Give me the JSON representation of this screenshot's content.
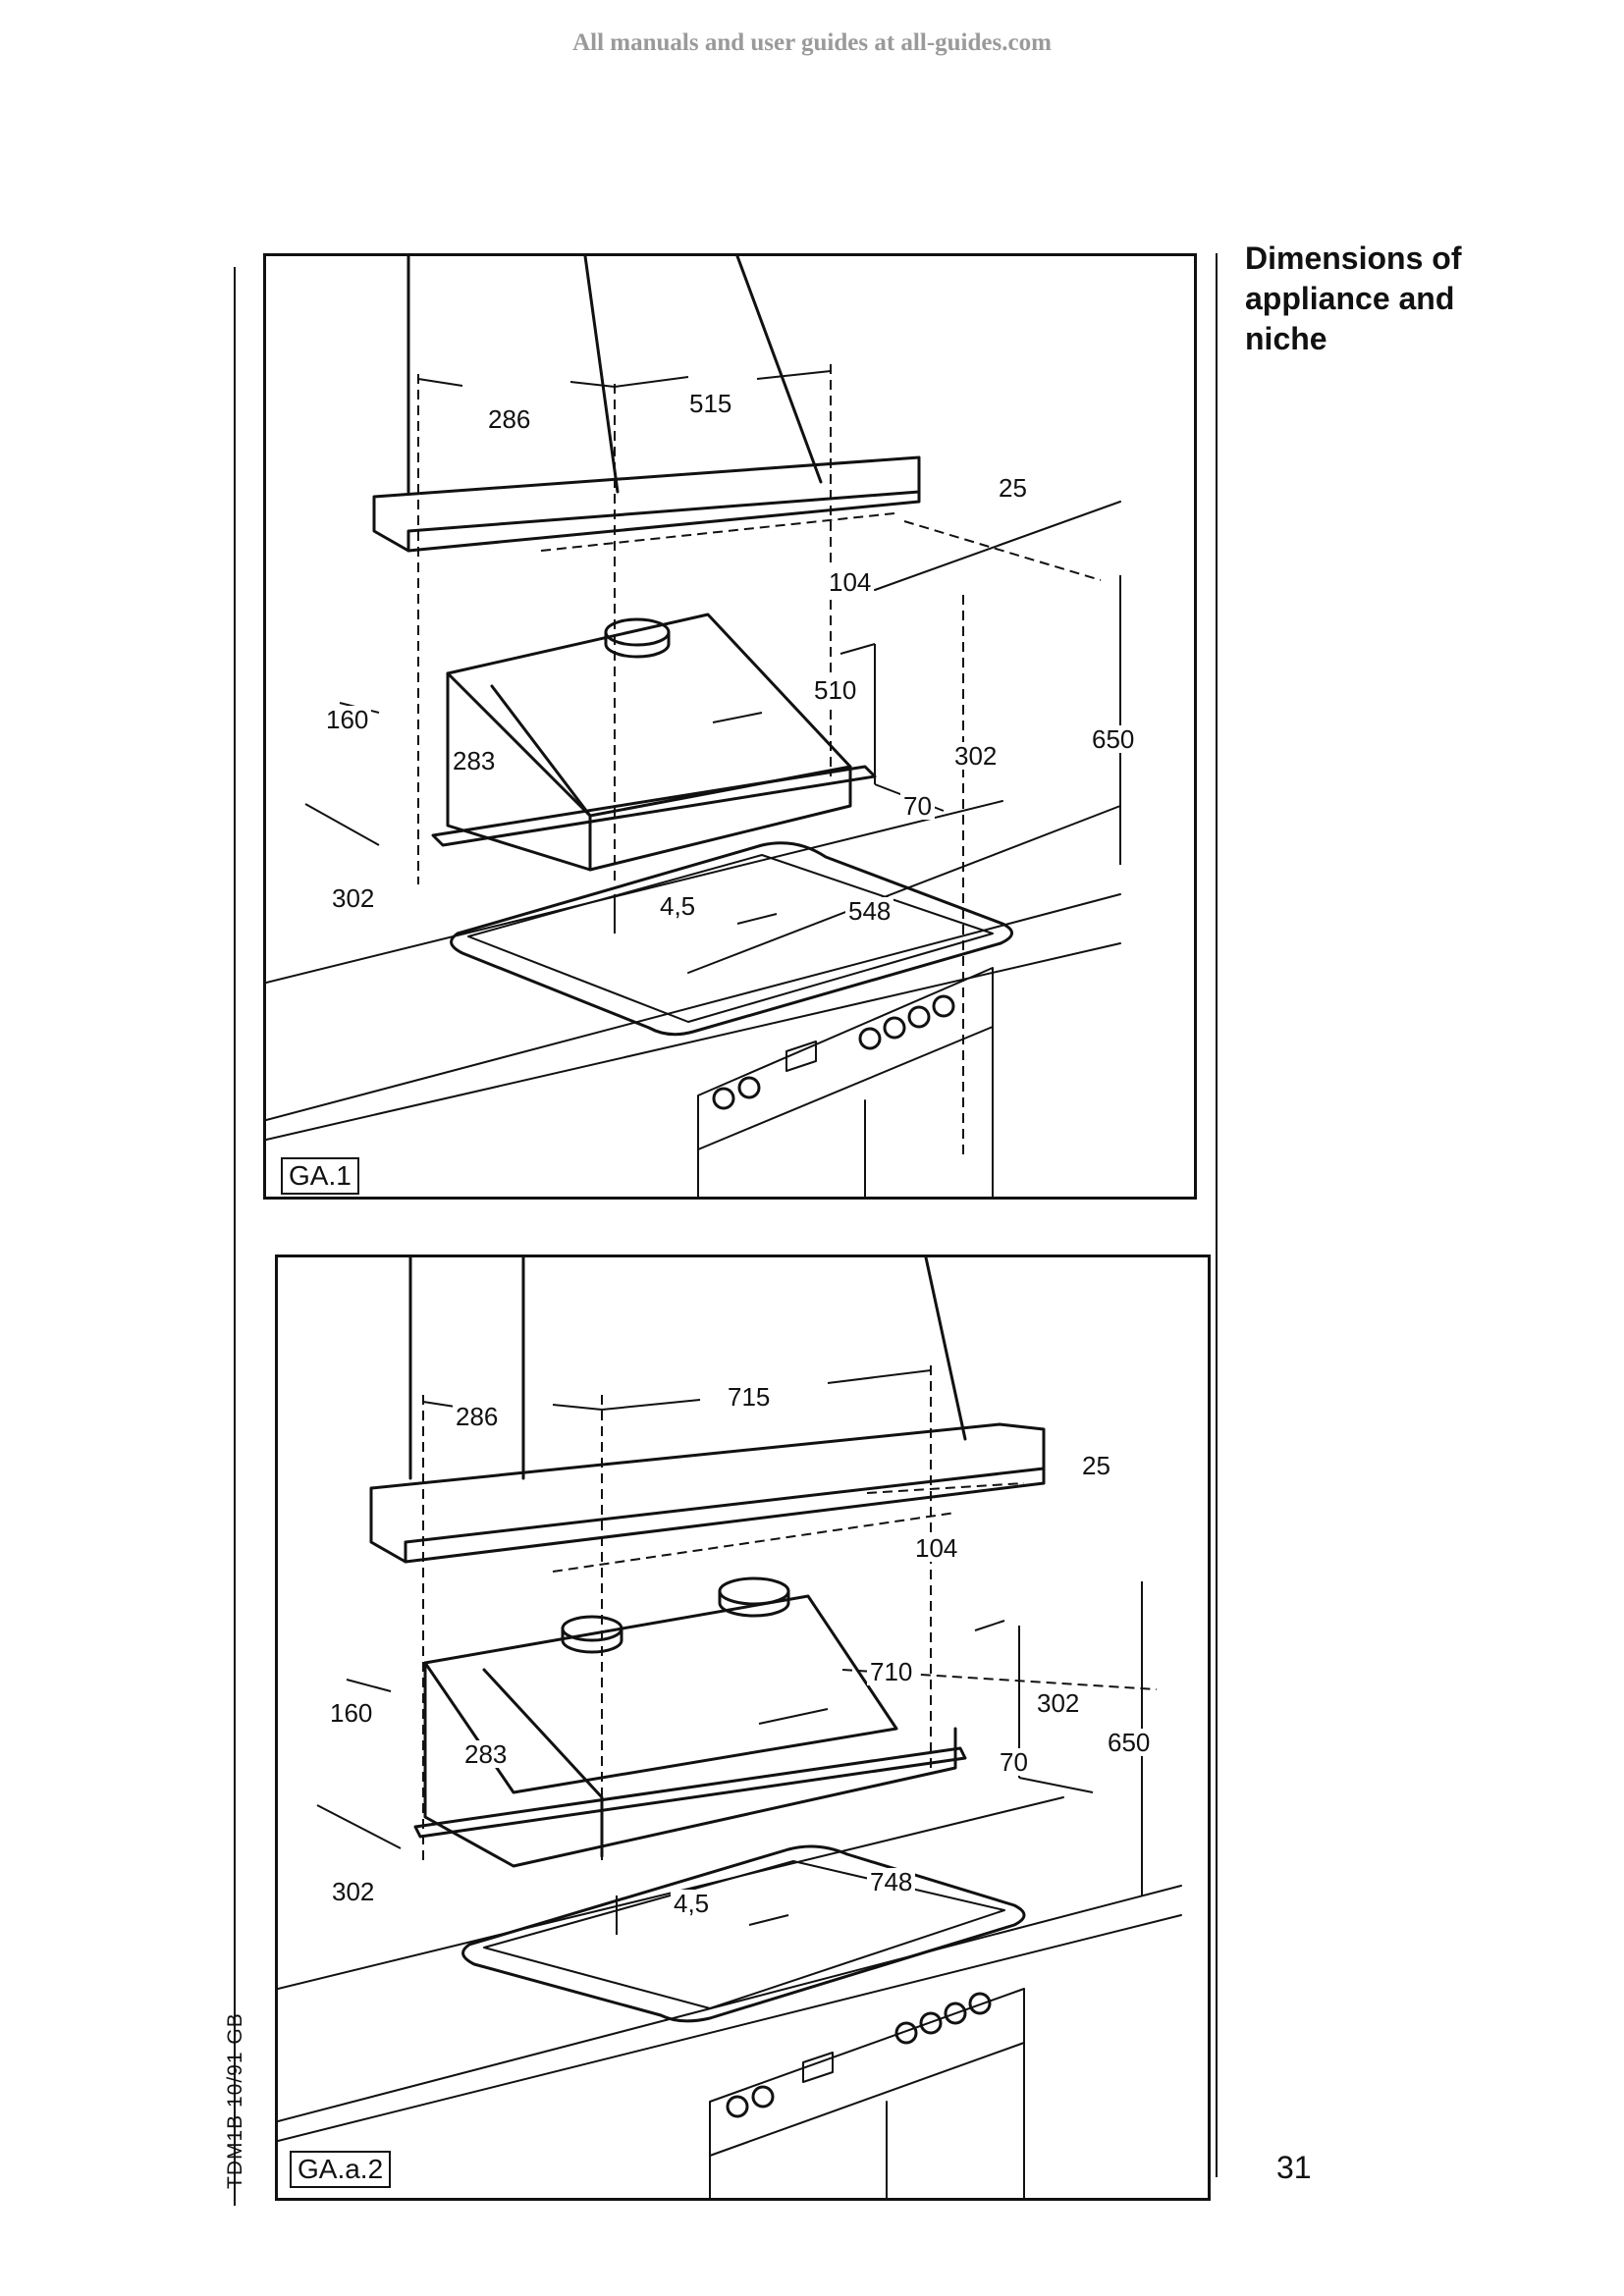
{
  "watermark": "All manuals and user guides at all-guides.com",
  "section_title": "Dimensions of appliance and niche",
  "page_number": "31",
  "doc_code": "TDM1B 10/91   GB",
  "figures": [
    {
      "label": "GA.1",
      "dims": {
        "d286": "286",
        "d515": "515",
        "d25": "25",
        "d104": "104",
        "d510": "510",
        "d160": "160",
        "d283": "283",
        "d302a": "302",
        "d650": "650",
        "d70": "70",
        "d302b": "302",
        "d45": "4,5",
        "d548": "548"
      }
    },
    {
      "label": "GA.a.2",
      "dims": {
        "d286": "286",
        "d715": "715",
        "d25": "25",
        "d104": "104",
        "d710": "710",
        "d160": "160",
        "d302a": "302",
        "d283": "283",
        "d650": "650",
        "d70": "70",
        "d302b": "302",
        "d45": "4,5",
        "d748": "748"
      }
    }
  ]
}
